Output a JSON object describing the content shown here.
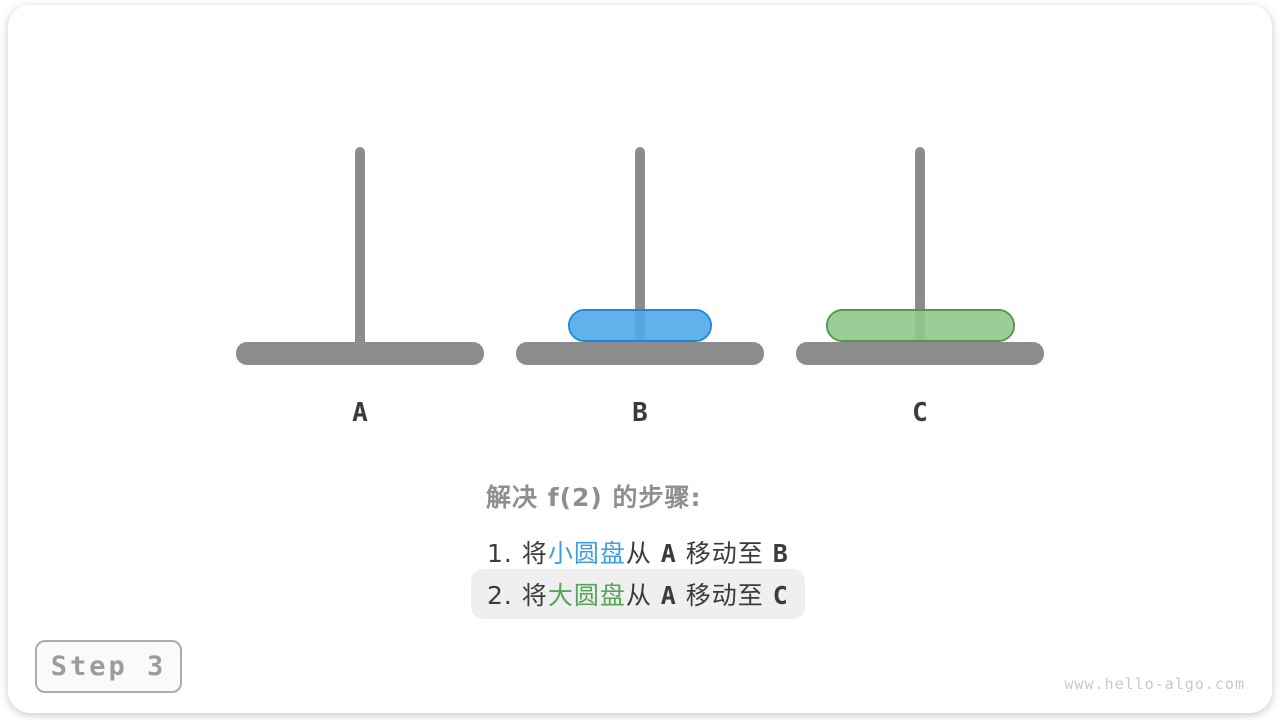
{
  "diagram": {
    "pegs": [
      {
        "label": "A",
        "disks": []
      },
      {
        "label": "B",
        "disks": [
          {
            "name": "小圆盘",
            "size": "small",
            "fill": "#4FA9EA",
            "border": "#2187D3"
          }
        ]
      },
      {
        "label": "C",
        "disks": [
          {
            "name": "大圆盘",
            "size": "large",
            "fill": "#8FC98B",
            "border": "#54944C"
          }
        ]
      }
    ]
  },
  "steps": {
    "heading": "解决 f(2) 的步骤:",
    "lines": [
      {
        "highlight": false,
        "segments": [
          {
            "text": "1. 将"
          },
          {
            "text": "小圆盘",
            "style": "blue"
          },
          {
            "text": "从 "
          },
          {
            "text": "A",
            "style": "latin"
          },
          {
            "text": " 移动至 "
          },
          {
            "text": "B",
            "style": "latin"
          }
        ]
      },
      {
        "highlight": true,
        "segments": [
          {
            "text": "2. 将"
          },
          {
            "text": "大圆盘",
            "style": "green"
          },
          {
            "text": "从 "
          },
          {
            "text": "A",
            "style": "latin"
          },
          {
            "text": " 移动至 "
          },
          {
            "text": "C",
            "style": "latin"
          }
        ]
      }
    ]
  },
  "badge": {
    "label": "Step 3"
  },
  "watermark": "www.hello-algo.com",
  "colors": {
    "structure_gray": "#8C8C8C",
    "text_dark": "#3B3B3B",
    "heading_gray": "#8F8F8F",
    "text_blue": "#3F9FE6",
    "text_green": "#57A45B",
    "blue_disk_fill": "#4FA9EA",
    "blue_disk_border": "#2187D3",
    "green_disk_fill": "#8FC98B",
    "green_disk_border": "#54944C",
    "highlight_bg": "#EFEFEF",
    "badge_bg": "#FAFAFA",
    "badge_border": "#ACACAC",
    "badge_text": "#9C9C9C",
    "watermark_gray": "#C9C9C9"
  }
}
